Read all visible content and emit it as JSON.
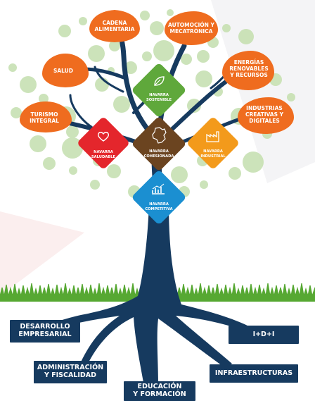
{
  "leaves": {
    "cadena": "CADENA\nALIMENTARIA",
    "automocion": "AUTOMOCIÓN Y\nMECATRÓNICA",
    "salud": "SALUD",
    "energias": "ENERGÍAS\nRENOVABLES\nY RECURSOS",
    "turismo": "TURISMO\nINTEGRAL",
    "industrias": "INDUSTRIAS\nCREATIVAS Y\nDIGITALES"
  },
  "diamonds": {
    "sostenible": "NAVARRA\nSOSTENIBLE",
    "saludable": "NAVARRA\nSALUDABLE",
    "cohesionada": "NAVARRA\nCOHESIONADA",
    "industrial": "NAVARRA\nINDUSTRIAL",
    "competitiva": "NAVARRA\nCOMPETITIVA"
  },
  "roots": {
    "desarrollo": "DESARROLLO\nEMPRESARIAL",
    "idi": "I+D+I",
    "administracion": "ADMINISTRACIÓN\nY FISCALIDAD",
    "infraestructuras": "INFRAESTRUCTURAS",
    "educacion": "EDUCACIÓN\nY FORMACIÓN"
  },
  "colors": {
    "orange": "#ef6c1f",
    "green": "#5fa83b",
    "red": "#e4262c",
    "brown": "#6b4420",
    "amber": "#f39a1b",
    "blue": "#1b8fd1",
    "navy": "#163a5f",
    "bubble": "#c4dfae",
    "grass": "#56a832"
  }
}
